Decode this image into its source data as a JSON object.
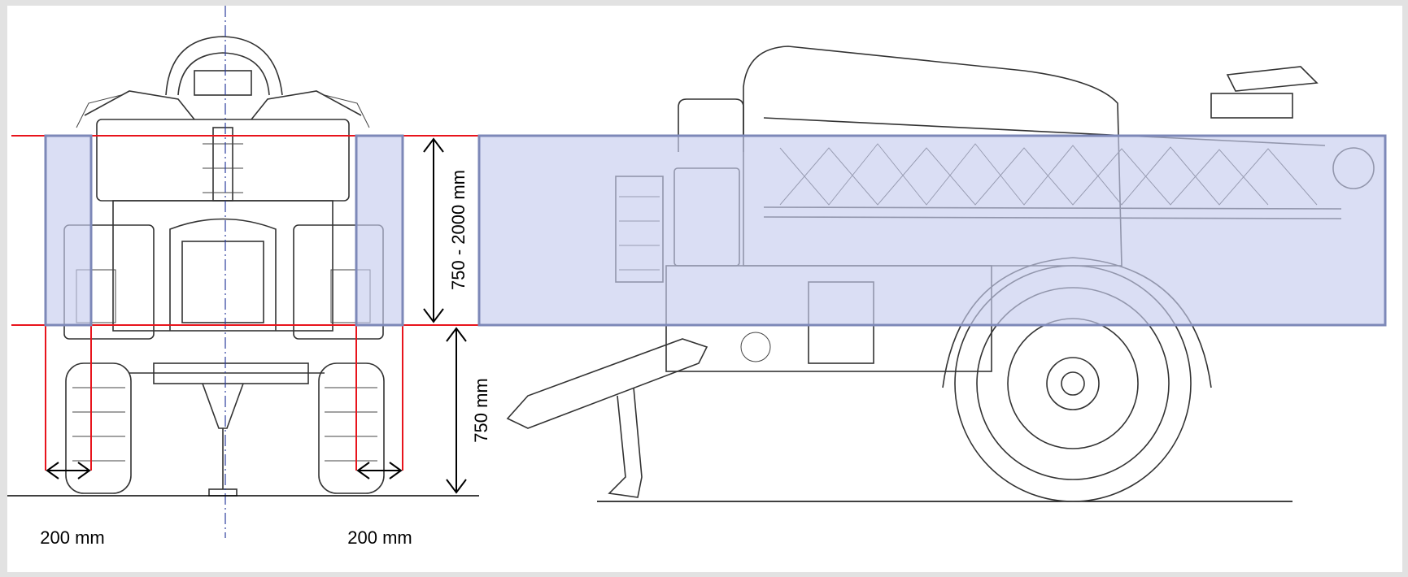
{
  "colors": {
    "background": "#ffffff",
    "frame": "#e2e2e2",
    "limit_line": "#e8141c",
    "zone_fill": "#c6cdee",
    "zone_stroke": "#7d88b8",
    "centerline": "#2c3e9c",
    "drawing": "#333333"
  },
  "labels": {
    "height_range": "750 - 2000 mm",
    "min_height": "750 mm",
    "left_width": "200 mm",
    "right_width": "200 mm"
  }
}
